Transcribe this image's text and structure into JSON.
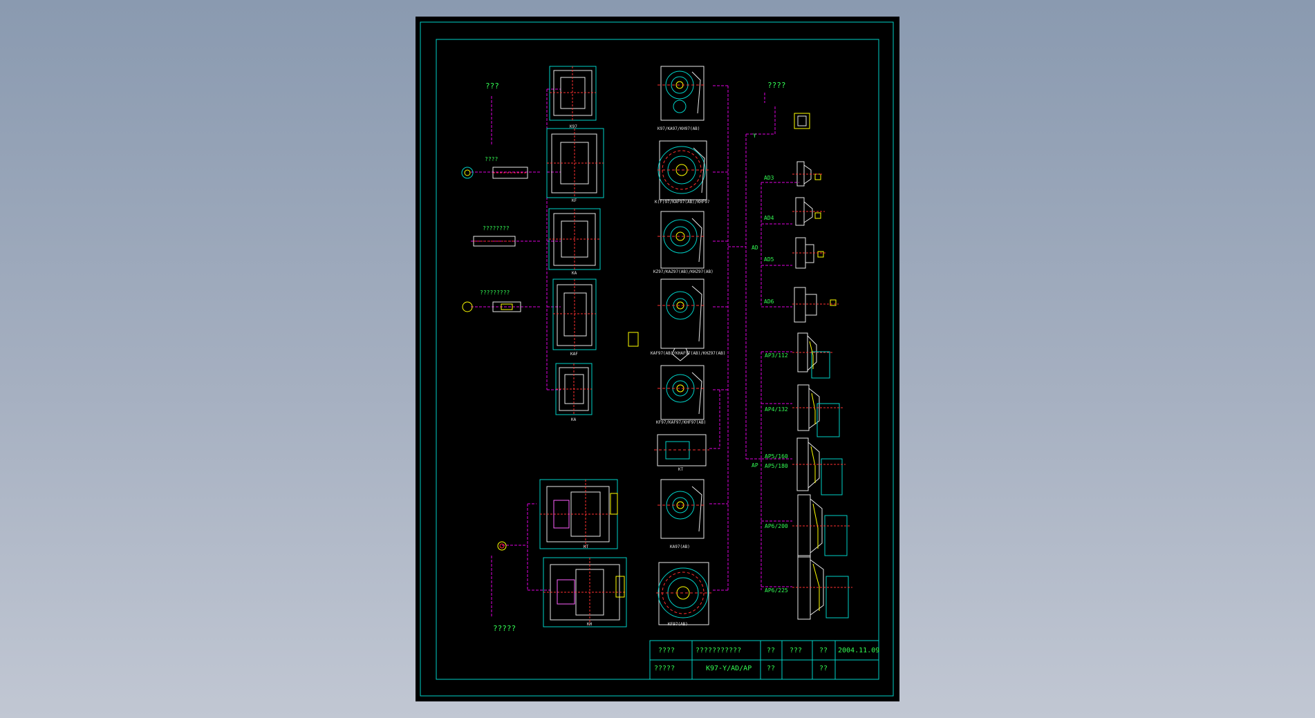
{
  "drawing": {
    "left_labels": {
      "top_component": "???",
      "shaft_a": "????",
      "shaft_b": "????????",
      "shaft_c": "?????????",
      "bottom_component": "?????"
    },
    "right_labels": {
      "top_component": "????",
      "group_y": "Y",
      "group_ad": "AD",
      "group_ap": "AP"
    },
    "front_view_captions": [
      "K97",
      "KF",
      "KA",
      "KAF",
      "KA",
      "KT",
      "KH"
    ],
    "side_view_captions": [
      "K97/KA97/KH97(AB)",
      "K(F)97/KAF97(AB)/KHF97",
      "KZ97/KAZ97(AB)/KHZ97(AB)",
      "KAF97(AB)/KHAF97(AB)/KHZ97(AB)",
      "KF97/KAF97/KHF97(AB)",
      "KT",
      "KA97(AB)",
      "KF97(AB)"
    ],
    "adapters_ad": [
      "AD3",
      "AD4",
      "AD5",
      "AD6"
    ],
    "adapters_ap": [
      "AP3/112",
      "AP4/132",
      "AP5/160",
      "AP5/180",
      "AP6/200",
      "AP6/225"
    ]
  },
  "title_block": {
    "r1c1": "????",
    "r1c2": "???????????",
    "r1c3": "??",
    "r1c4": "???",
    "r1c5": "??",
    "r1c6": "2004.11.09",
    "r2c1": "?????",
    "r2c2": "K97-Y/AD/AP",
    "r2c3": "??",
    "r2c5": "??"
  }
}
